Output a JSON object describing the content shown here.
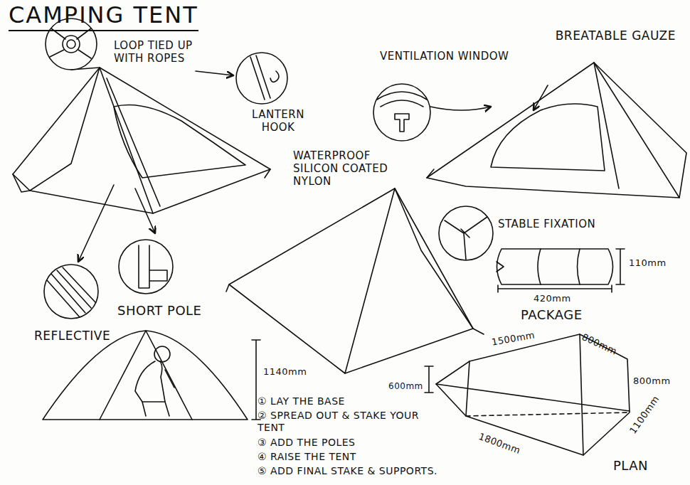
{
  "diagram": {
    "title": "CAMPING TENT",
    "labels": [
      "LOOP TIED UP WITH ROPES",
      "LANTERN HOOK",
      "VENTILATION WINDOW",
      "BREATABLE GAUZE",
      "WATERPROOF SILICON COATED NYLON",
      "STABLE FIXATION",
      "110mm",
      "420mm",
      "PACKAGE",
      "SHORT POLE",
      "REFLECTIVE",
      "1140mm",
      "1500mm",
      "800mm",
      "800mm",
      "600mm",
      "1800mm",
      "1100mm",
      "PLAN",
      "① LAY THE BASE",
      "② SPREAD OUT & STAKE YOUR TENT",
      "③ ADD THE POLES",
      "④ RAISE THE TENT",
      "⑤ ADD FINAL STAKE & SUPPORTS."
    ]
  }
}
